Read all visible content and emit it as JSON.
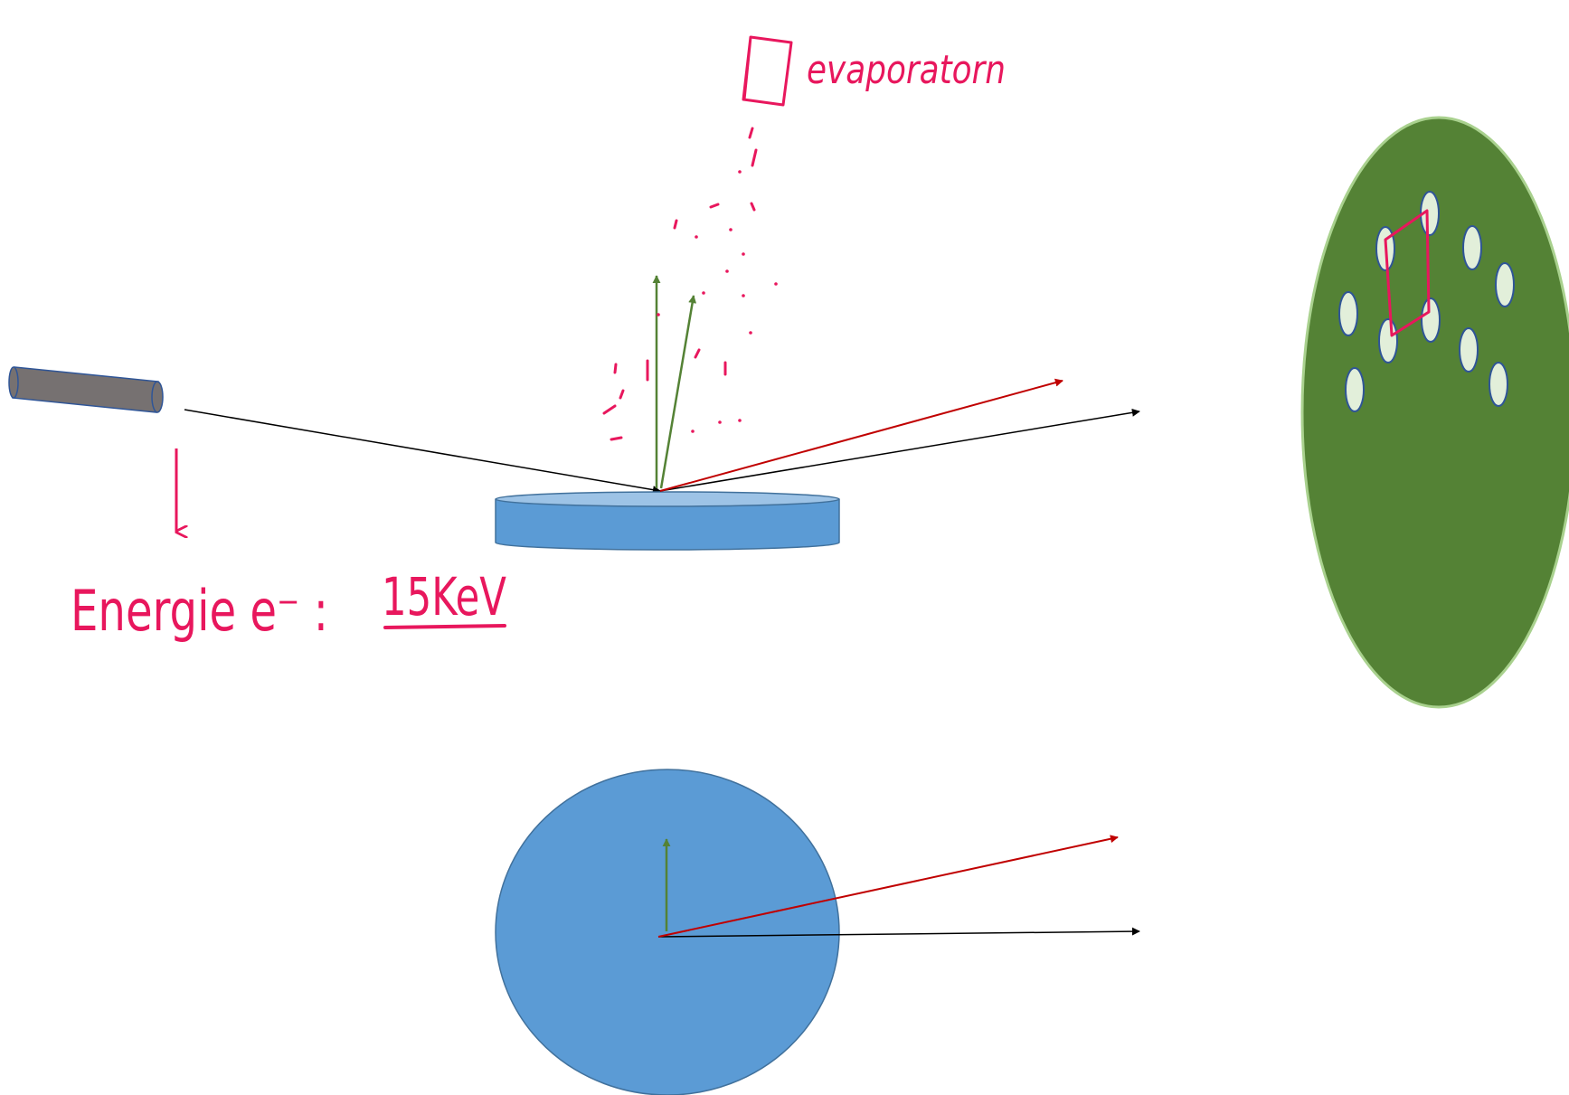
{
  "annotations": {
    "evaporator_label": "evaporatorn",
    "energy_label": "Energie e⁻ :",
    "energy_value": "15KeV"
  },
  "colors": {
    "annotation": "#e8175d",
    "sample": "#5b9bd5",
    "sample_top": "#9dc3e6",
    "sample_edge": "#41719c",
    "gun": "#767171",
    "screen": "#548235",
    "screen_edge": "#a9d18e",
    "spot": "#e2efda",
    "spot_edge": "#2f5597",
    "beam": "#000000",
    "diffracted": "#c00000",
    "normal": "#548235"
  },
  "icons": {
    "gun": "electron-gun-icon",
    "evaporator": "evaporator-icon"
  }
}
